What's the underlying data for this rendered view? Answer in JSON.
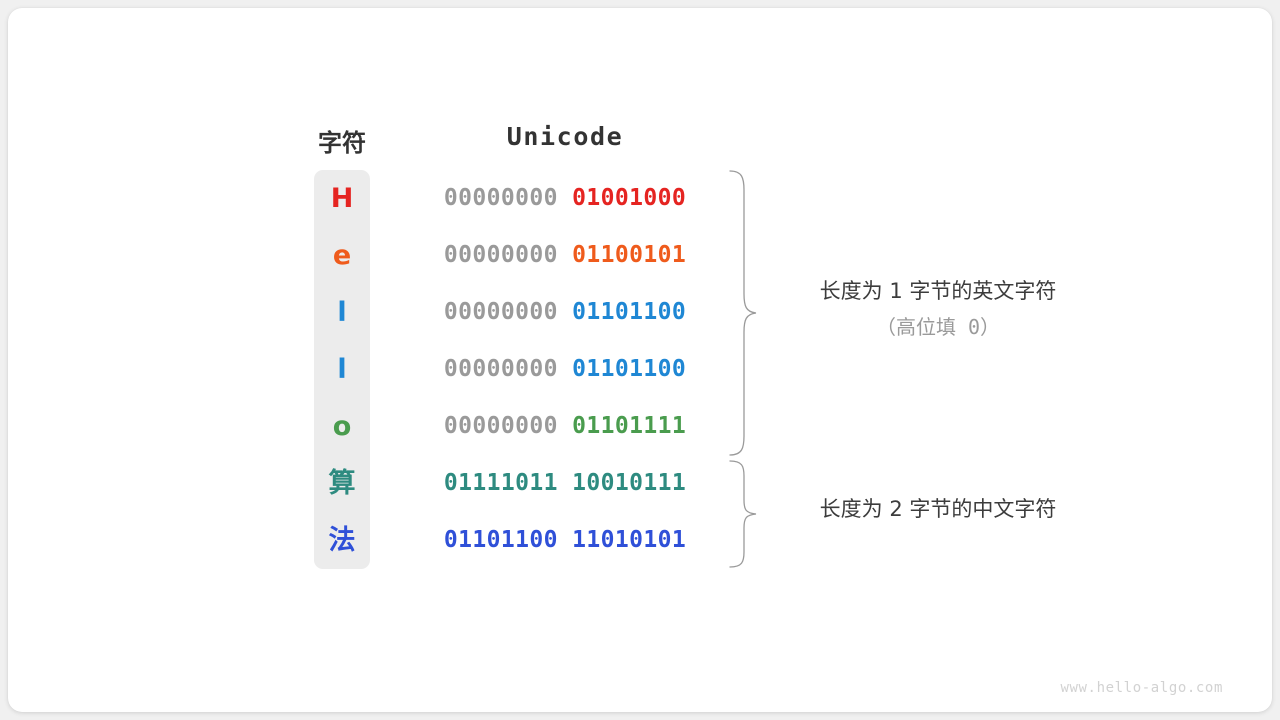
{
  "diagram": {
    "title_columns": {
      "char": "字符",
      "unicode": "Unicode"
    },
    "rows": [
      {
        "char": "H",
        "char_color": "#e52421",
        "high_byte": "00000000",
        "low_byte": "01001000",
        "bits_color": "#e52421",
        "high_is_padding": true,
        "is_cjk": false
      },
      {
        "char": "e",
        "char_color": "#ef5b1c",
        "high_byte": "00000000",
        "low_byte": "01100101",
        "bits_color": "#ef5b1c",
        "high_is_padding": true,
        "is_cjk": false
      },
      {
        "char": "l",
        "char_color": "#1f87d4",
        "high_byte": "00000000",
        "low_byte": "01101100",
        "bits_color": "#1f87d4",
        "high_is_padding": true,
        "is_cjk": false
      },
      {
        "char": "l",
        "char_color": "#1f87d4",
        "high_byte": "00000000",
        "low_byte": "01101100",
        "bits_color": "#1f87d4",
        "high_is_padding": true,
        "is_cjk": false
      },
      {
        "char": "o",
        "char_color": "#4a9c4e",
        "high_byte": "00000000",
        "low_byte": "01101111",
        "bits_color": "#4a9c4e",
        "high_is_padding": true,
        "is_cjk": false
      },
      {
        "char": "算",
        "char_color": "#2e8b80",
        "high_byte": "01111011",
        "low_byte": "10010111",
        "bits_color": "#2e8b80",
        "high_is_padding": false,
        "is_cjk": true
      },
      {
        "char": "法",
        "char_color": "#2f50d8",
        "high_byte": "01101100",
        "low_byte": "11010101",
        "bits_color": "#2f50d8",
        "high_is_padding": false,
        "is_cjk": true
      }
    ],
    "annotations": [
      {
        "text": "长度为 1 字节的英文字符",
        "subtext": "（高位填 0）",
        "spans_rows": [
          0,
          4
        ]
      },
      {
        "text": "长度为 2 字节的中文字符",
        "subtext": "",
        "spans_rows": [
          5,
          6
        ]
      }
    ],
    "padding_color": "#9a9a9a",
    "strip_color": "#ececec",
    "brace_color": "#9a9a9a",
    "watermark": "www.hello-algo.com"
  }
}
